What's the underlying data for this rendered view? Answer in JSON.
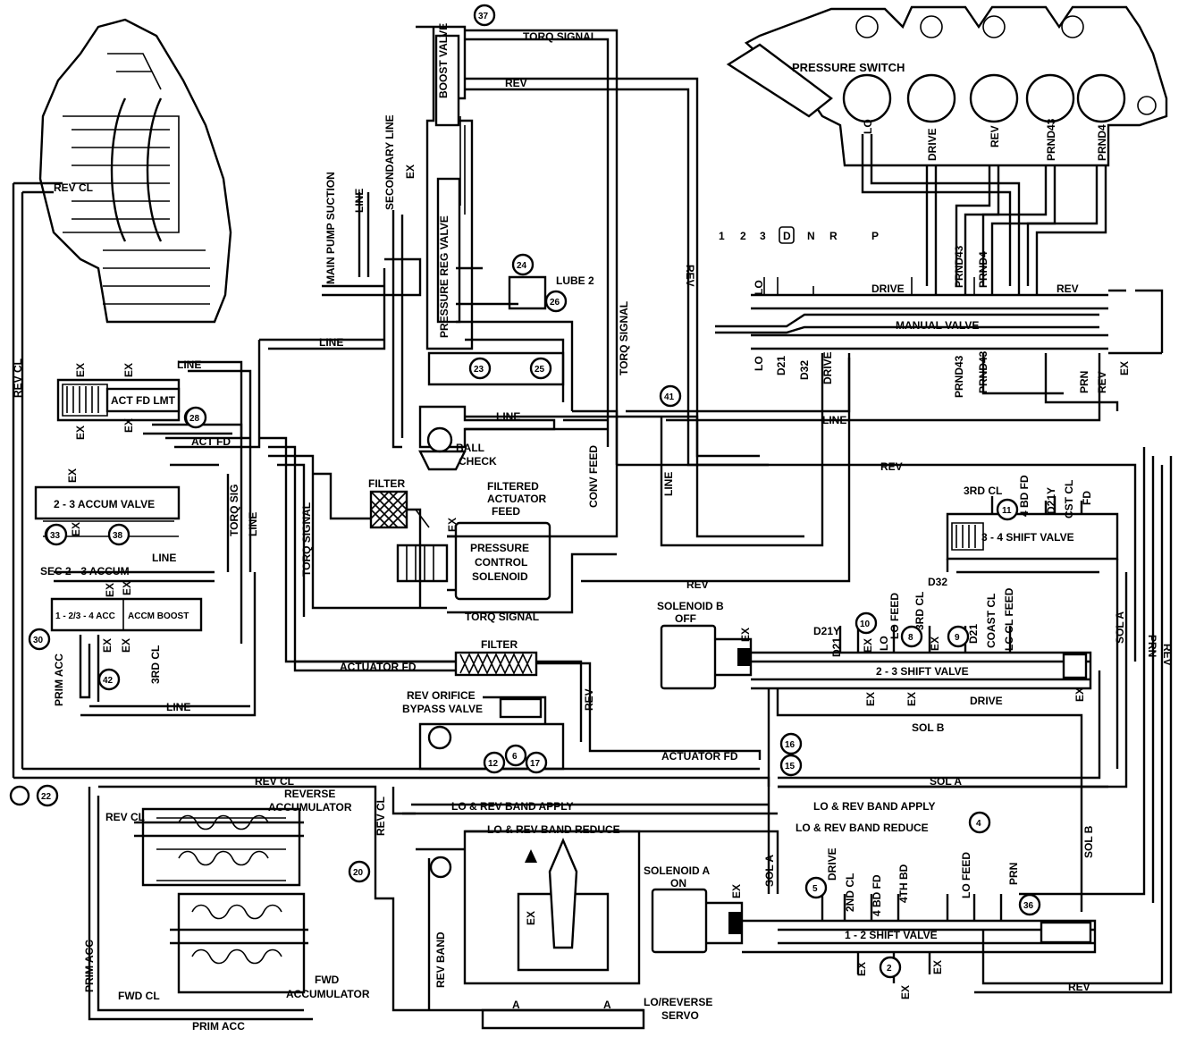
{
  "labels": {
    "torq_signal_top": "TORQ SIGNAL",
    "rev_top": "REV",
    "pressure_switch": "PRESSURE SWITCH",
    "ps_lo": "LO",
    "ps_drive": "DRIVE",
    "ps_rev": "REV",
    "ps_prnd43": "PRND43",
    "ps_prnd4": "PRND4",
    "boost_valve": "BOOST VALVE",
    "secondary_line": "SECONDARY LINE",
    "main_pump_suction": "MAIN PUMP SUCTION",
    "line_top": "LINE",
    "ex_boost": "EX",
    "pressure_reg_valve": "PRESSURE REG VALVE",
    "rev_cl_top": "REV CL",
    "rev_cl_left_vert": "REV CL",
    "lube2": "LUBE 2",
    "torq_signal_mid": "TORQ SIGNAL",
    "rev_vert": "REV",
    "sel_1": "1",
    "sel_2": "2",
    "sel_3": "3",
    "sel_d": "D",
    "sel_n": "N",
    "sel_r": "R",
    "sel_p": "P",
    "mv_lo_top": "LO",
    "mv_drive_top": "DRIVE",
    "mv_prnd43_top": "PRND43",
    "mv_prnd4_top": "PRND4",
    "mv_rev_top": "REV",
    "manual_valve": "MANUAL VALVE",
    "mv_lo_bot": "LO",
    "mv_d21_bot": "D21",
    "mv_d32_bot": "D32",
    "mv_drive_bot": "DRIVE",
    "mv_prnd43_bot": "PRND43",
    "mv_prnd4_bot": "PRND43",
    "mv_prn": "PRN",
    "mv_rev": "REV",
    "mv_ex": "EX",
    "line_left1": "LINE",
    "line_left2": "LINE",
    "ex_a": "EX",
    "ex_b": "EX",
    "ex_c": "EX",
    "ex_d": "EX",
    "act_fd_lmt": "ACT FD LMT",
    "act_fd": "ACT FD",
    "line_right_mid": "LINE",
    "line_mid2": "LINE",
    "ball_check": "BALL\nCHECK",
    "conv_feed": "CONV FEED",
    "torq_signal_vert2": "TORQ SIGNAL",
    "line_vert_41": "LINE",
    "rev_mid": "REV",
    "ex_pcs": "EX",
    "filter1": "FILTER",
    "filtered_actuator_feed_1": "FILTERED",
    "filtered_actuator_feed_2": "ACTUATOR",
    "filtered_actuator_feed_3": "FEED",
    "pcs_1": "PRESSURE",
    "pcs_2": "CONTROL",
    "pcs_3": "SOLENOID",
    "accum_valve_23": "2 - 3 ACCUM VALVE",
    "ex_e": "EX",
    "ex_f": "EX",
    "line_accum": "LINE",
    "sec_23_accum": "SEC 2 - 3 ACCUM",
    "torq_sig": "TORQ SIG",
    "line_vert3": "LINE",
    "torq_signal_vert3": "TORQ SIGNAL",
    "torq_signal_bottom": "TORQ SIGNAL",
    "acc_124": "1 - 2/3 - 4 ACC",
    "accm_boost": "ACCM BOOST",
    "ex_g": "EX",
    "ex_h": "EX",
    "ex_i": "EX",
    "ex_j": "EX",
    "third_cl": "3RD CL",
    "prim_acc_vert": "PRIM ACC",
    "line_bottom_left": "LINE",
    "actuator_fd": "ACTUATOR FD",
    "filter2": "FILTER",
    "rev_vert_orifice": "REV",
    "rev_orifice_1": "REV ORIFICE",
    "rev_orifice_2": "BYPASS VALVE",
    "rev_34": "REV",
    "third_cl_34": "3RD CL",
    "four_bd_fd": "4 BD FD",
    "d21y": "D21Y",
    "cst_cl_fd": "CST CL",
    "fd": "FD",
    "shift_34": "3 - 4 SHIFT VALVE",
    "d32_34": "D32",
    "sol_b_off_1": "SOLENOID B",
    "sol_b_off_2": "OFF",
    "ex_sol_b": "EX",
    "d21y_23": "D21Y",
    "d21_23": "D21",
    "ex_23a": "EX",
    "lo_feed_23": "LO FEED",
    "lo_23": "LO",
    "third_cl_23": "3RD CL",
    "ex_23b": "EX",
    "d21_23b": "D21",
    "coast_cl": "COAST CL",
    "lc_cl_feed": "LC CL FEED",
    "shift_23": "2 - 3 SHIFT VALVE",
    "ex_23c": "EX",
    "ex_23d": "EX",
    "drive_23": "DRIVE",
    "ex_23e": "EX",
    "sol_a_vert": "SOL A",
    "prn_vert": "PRN",
    "rev_vert_right": "REV",
    "sol_b_mid": "SOL B",
    "actuator_fd_2": "ACTUATOR FD",
    "sol_a_mid": "SOL A",
    "rev_cl_mid": "REV CL",
    "reverse_accumulator_1": "REVERSE",
    "reverse_accumulator_2": "ACCUMULATOR",
    "rev_cl_acc": "REV CL",
    "rev_cl_vert_low": "REV CL",
    "lo_rev_band_apply_1": "LO & REV BAND APPLY",
    "lo_rev_band_apply_2": "LO & REV BAND APPLY",
    "lo_rev_band_reduce_1": "LO & REV BAND REDUCE",
    "lo_rev_band_reduce_2": "LO & REV BAND REDUCE",
    "sol_a_vert_low": "SOL A",
    "solenoid_a_on_1": "SOLENOID A",
    "solenoid_a_on_2": "ON",
    "ex_sol_a": "EX",
    "drive_12": "DRIVE",
    "second_cl": "2ND CL",
    "four_bd_fd_12": "4 BD FD",
    "fourth_bd": "4TH BD",
    "lo_feed_12": "LO FEED",
    "prn_12": "PRN",
    "sol_b_vert": "SOL B",
    "shift_12": "1 - 2 SHIFT VALVE",
    "ex_12a": "EX",
    "ex_12b": "EX",
    "ex_12c": "EX",
    "rev_bottom_right": "REV",
    "rev_band": "REV BAND",
    "ex_servo": "EX",
    "lo_reverse_servo_1": "LO/REVERSE",
    "lo_reverse_servo_2": "SERVO",
    "servo_a1": "A",
    "servo_a2": "A",
    "prim_acc_left": "PRIM ACC",
    "fwd_cl": "FWD CL",
    "fwd_accumulator_1": "FWD",
    "fwd_accumulator_2": "ACCUMULATOR",
    "prim_acc_bottom": "PRIM ACC"
  },
  "callouts": [
    "37",
    "24",
    "26",
    "23",
    "25",
    "28",
    "41",
    "33",
    "38",
    "30",
    "42",
    "11",
    "10",
    "8",
    "9",
    "12",
    "6",
    "17",
    "16",
    "15",
    "22",
    "20",
    "5",
    "2",
    "4",
    "36"
  ]
}
